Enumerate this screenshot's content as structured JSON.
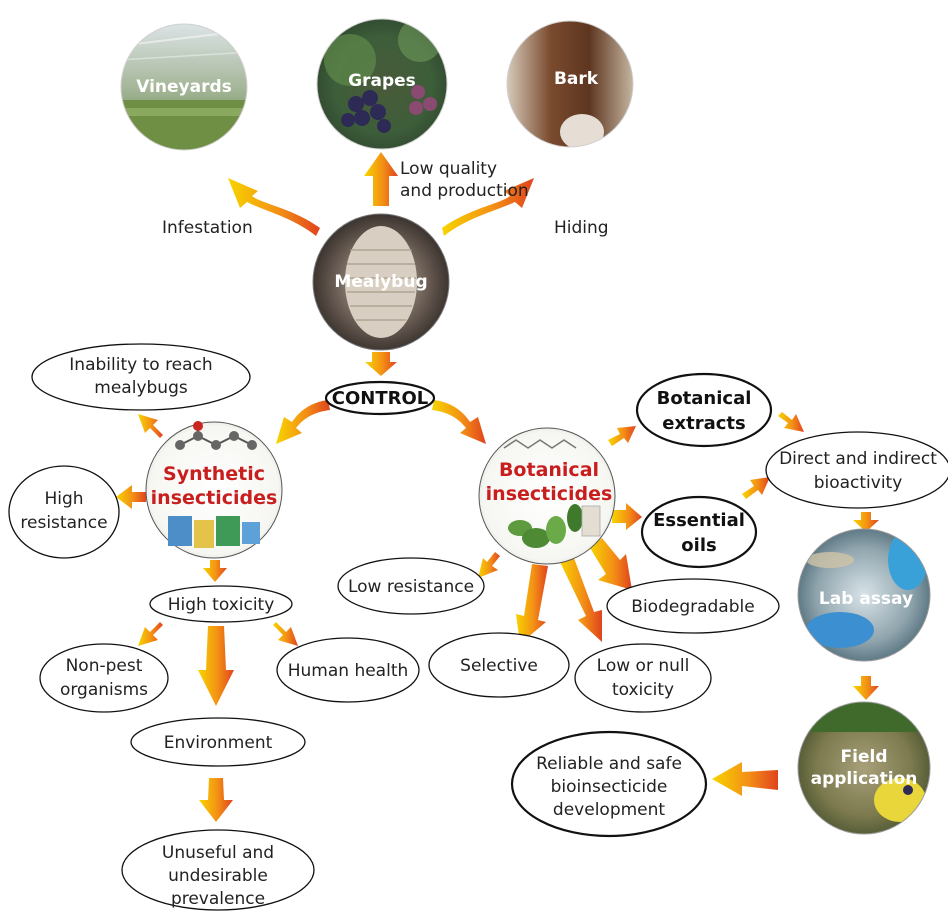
{
  "photos": {
    "vineyards": "Vineyards",
    "grapes": "Grapes",
    "bark": "Bark",
    "mealybug": "Mealybug",
    "lab_assay": "Lab assay",
    "field_application": [
      "Field",
      "application"
    ]
  },
  "edge_labels": {
    "infestation": "Infestation",
    "low_quality": [
      "Low quality",
      "and production"
    ],
    "hiding": "Hiding"
  },
  "control": "CONTROL",
  "synthetic": {
    "title": [
      "Synthetic",
      "insecticides"
    ],
    "inability": [
      "Inability to reach",
      "mealybugs"
    ],
    "high_resistance": [
      "High",
      "resistance"
    ],
    "high_toxicity": "High toxicity",
    "non_pest": [
      "Non-pest",
      "organisms"
    ],
    "human_health": "Human health",
    "environment": "Environment",
    "prevalence": [
      "Unuseful and",
      "undesirable",
      "prevalence"
    ]
  },
  "botanical": {
    "title": [
      "Botanical",
      "insecticides"
    ],
    "extracts": [
      "Botanical",
      "extracts"
    ],
    "essential_oils": [
      "Essential",
      "oils"
    ],
    "bioactivity": [
      "Direct and indirect",
      "bioactivity"
    ],
    "low_resistance": "Low resistance",
    "biodegradable": "Biodegradable",
    "selective": "Selective",
    "low_toxicity": [
      "Low or null",
      "toxicity"
    ],
    "reliable": [
      "Reliable and safe",
      "bioinsecticide",
      "development"
    ]
  },
  "colors": {
    "arrow_start": "#f5d000",
    "arrow_mid": "#f29010",
    "arrow_end": "#e0451e",
    "title_red": "#c81e1e"
  }
}
